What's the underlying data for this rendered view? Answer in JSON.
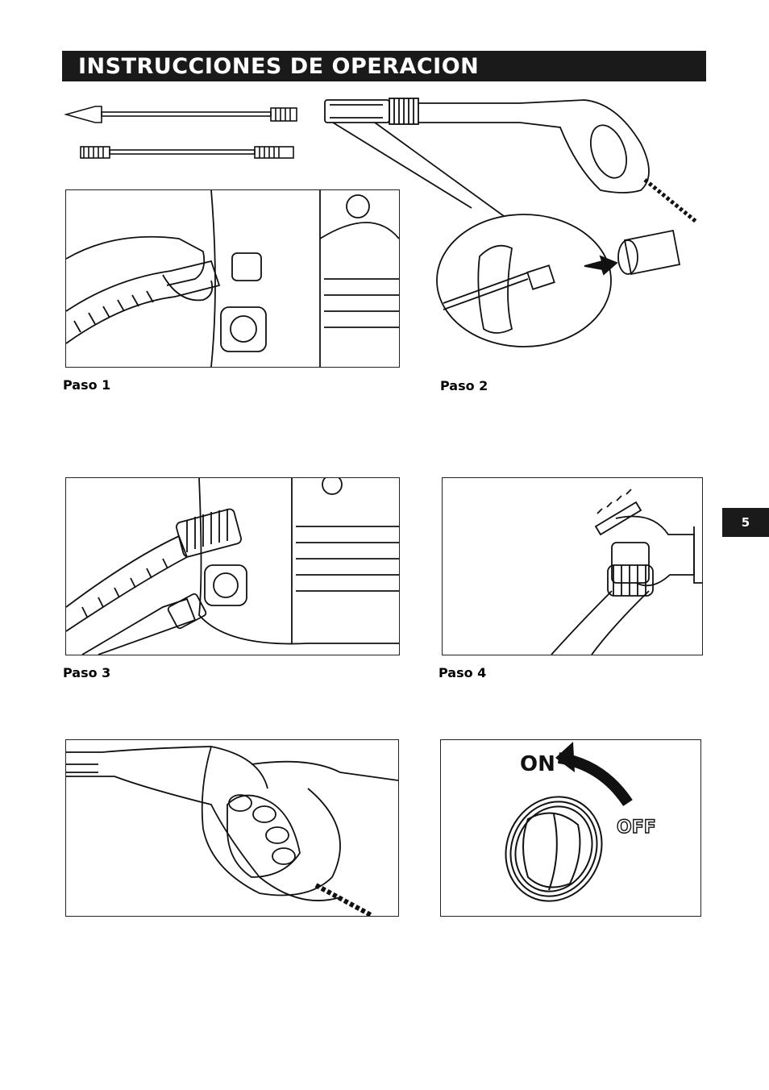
{
  "header": {
    "title": "INSTRUCCIONES DE OPERACION"
  },
  "steps": [
    {
      "label": "Paso 1"
    },
    {
      "label": "Paso 2"
    },
    {
      "label": "Paso 3"
    },
    {
      "label": "Paso 4"
    }
  ],
  "switch_dial": {
    "on_label": "ON",
    "off_label": "OFF"
  },
  "page_number": "5",
  "colors": {
    "header_bg": "#1a1a1a",
    "header_text": "#ffffff",
    "line": "#111111"
  }
}
